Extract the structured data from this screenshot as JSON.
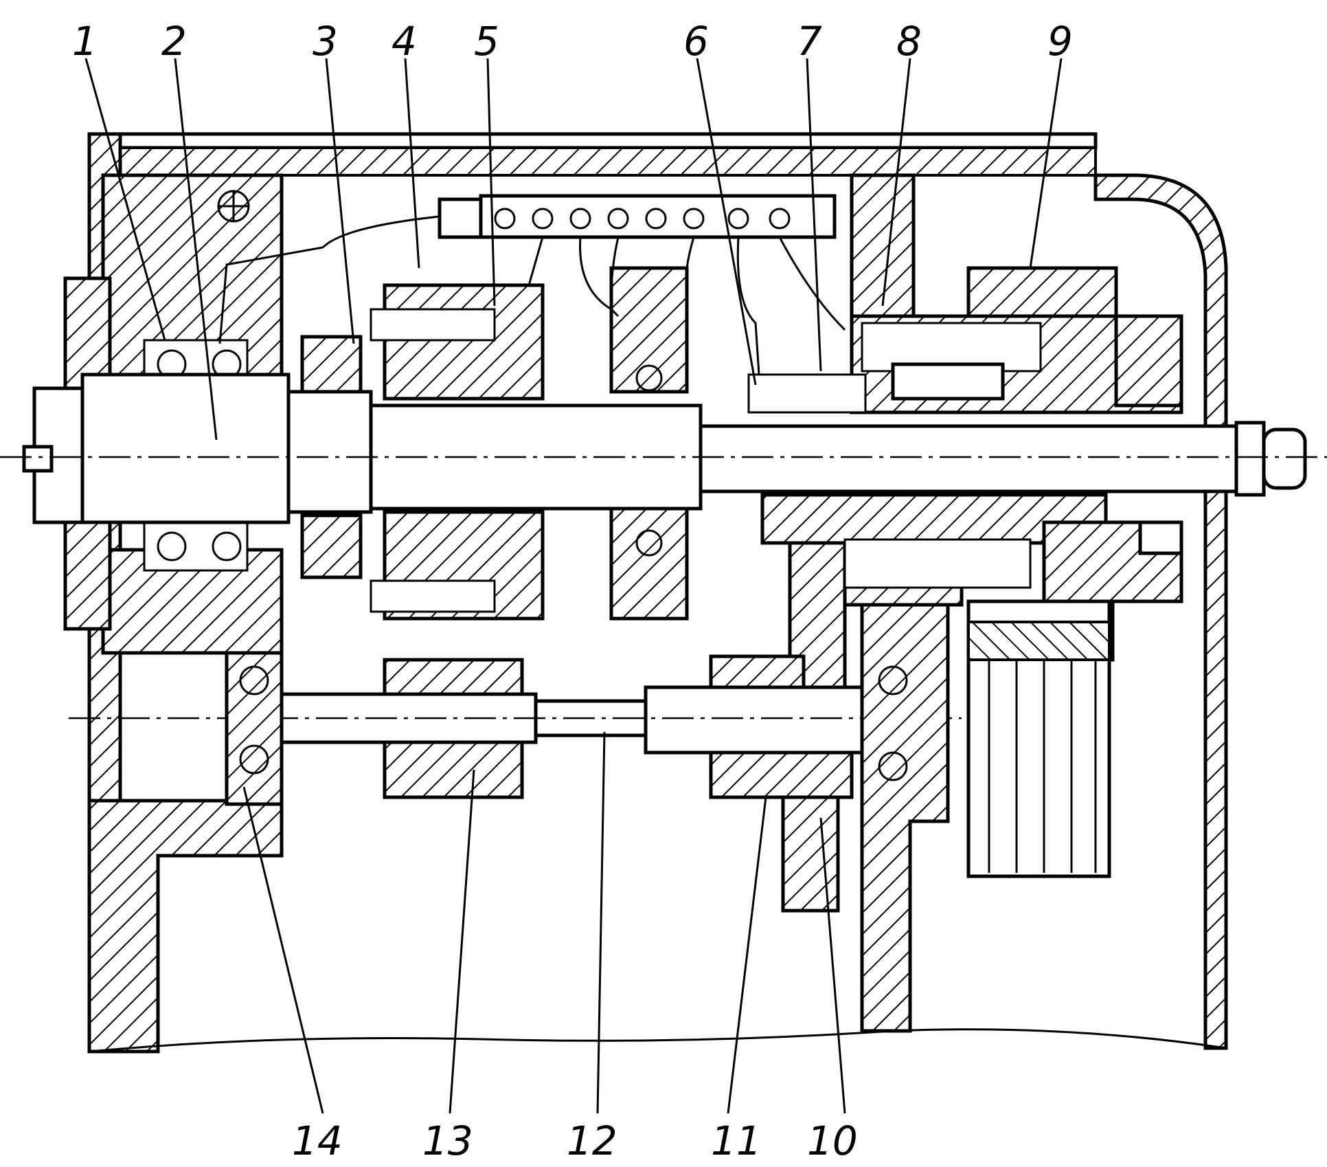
{
  "diagram": {
    "callouts_top": [
      "1",
      "2",
      "3",
      "4",
      "5",
      "6",
      "7",
      "8",
      "9"
    ],
    "callouts_bottom": [
      "14",
      "13",
      "12",
      "11",
      "10"
    ]
  }
}
